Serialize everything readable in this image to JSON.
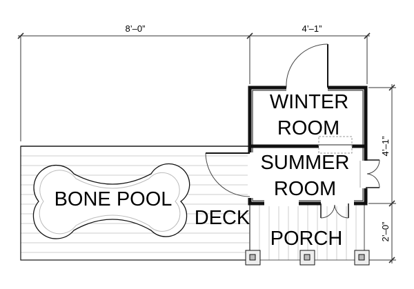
{
  "dimensions": {
    "deck_width": "8’–0”",
    "house_width": "4’–1”",
    "house_depth": "4’–1”",
    "porch_depth": "2’–0”"
  },
  "rooms": {
    "winter_line1": "WINTER",
    "winter_line2": "ROOM",
    "summer_line1": "SUMMER",
    "summer_line2": "ROOM",
    "porch": "PORCH",
    "deck": "DECK",
    "pool": "BONE POOL"
  }
}
